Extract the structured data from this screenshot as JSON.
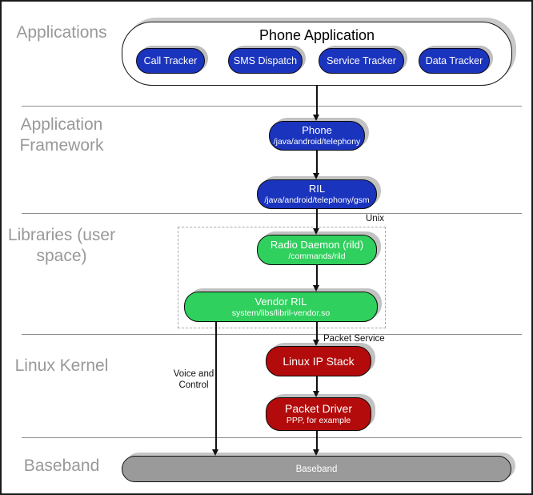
{
  "sections": [
    {
      "label": "Applications"
    },
    {
      "label": "Application Framework"
    },
    {
      "label": "Libraries (user space)"
    },
    {
      "label": "Linux Kernel"
    },
    {
      "label": "Baseband"
    }
  ],
  "applications": {
    "container_title": "Phone Application",
    "chips": [
      {
        "label": "Call Tracker"
      },
      {
        "label": "SMS Dispatch"
      },
      {
        "label": "Service Tracker"
      },
      {
        "label": "Data Tracker"
      }
    ]
  },
  "framework": {
    "phone": {
      "title": "Phone",
      "subtitle": "/java/android/telephony"
    },
    "ril": {
      "title": "RIL",
      "subtitle": "/java/android/telephony/gsm"
    }
  },
  "libraries": {
    "unix_label": "Unix",
    "radio_daemon": {
      "title": "Radio Daemon (rild)",
      "subtitle": "/commands/rild"
    },
    "vendor_ril": {
      "title": "Vendor RIL",
      "subtitle": "system/libs/libril-vendor.so"
    }
  },
  "kernel": {
    "packet_service_label": "Packet Service",
    "voice_control_label": "Voice and Control",
    "linux_ip_stack": {
      "title": "Linux IP Stack"
    },
    "packet_driver": {
      "title": "Packet Driver",
      "subtitle": "PPP, for example"
    }
  },
  "baseband": {
    "bar_label": "Baseband"
  },
  "colors": {
    "app_blue": "#1a34bd",
    "lib_green": "#30d05e",
    "kernel_red": "#b30b0b",
    "baseband_gray": "#9a9a9a",
    "section_label_gray": "#999999"
  }
}
